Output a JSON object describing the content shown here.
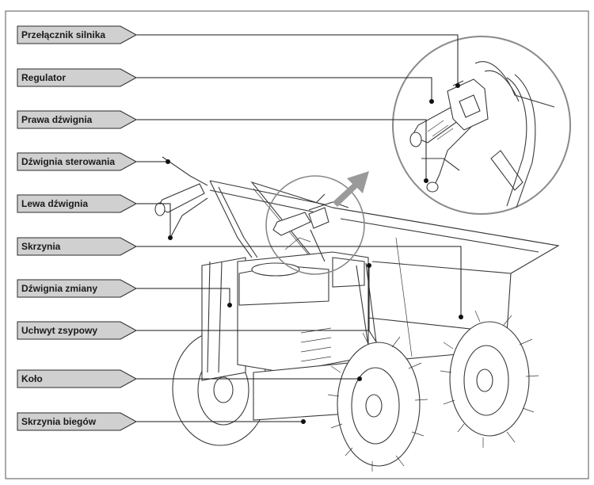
{
  "labels": [
    {
      "id": "przelacznik-silnika",
      "text": "Przełącznik silnika"
    },
    {
      "id": "regulator",
      "text": "Regulator"
    },
    {
      "id": "prawa-dzwignia",
      "text": "Prawa dźwignia"
    },
    {
      "id": "dzwignia-sterowania",
      "text": "Dźwignia sterowania"
    },
    {
      "id": "lewa-dzwignia",
      "text": "Lewa dźwignia"
    },
    {
      "id": "skrzynia",
      "text": "Skrzynia"
    },
    {
      "id": "dzwignia-zmiany",
      "text": "Dźwignia zmiany"
    },
    {
      "id": "uchwyt-zsypowy",
      "text": "Uchwyt zsypowy"
    },
    {
      "id": "kolo",
      "text": "Koło"
    },
    {
      "id": "skrzynia-biegow",
      "text": "Skrzynia biegów"
    }
  ],
  "colors": {
    "tab_fill": "#d0d0d0",
    "tab_stroke": "#2a2a2a",
    "leader": "#1a1a1a",
    "frame": "#555555",
    "arrow": "#9a9a9a",
    "detail_circle": "#8a8a8a"
  }
}
